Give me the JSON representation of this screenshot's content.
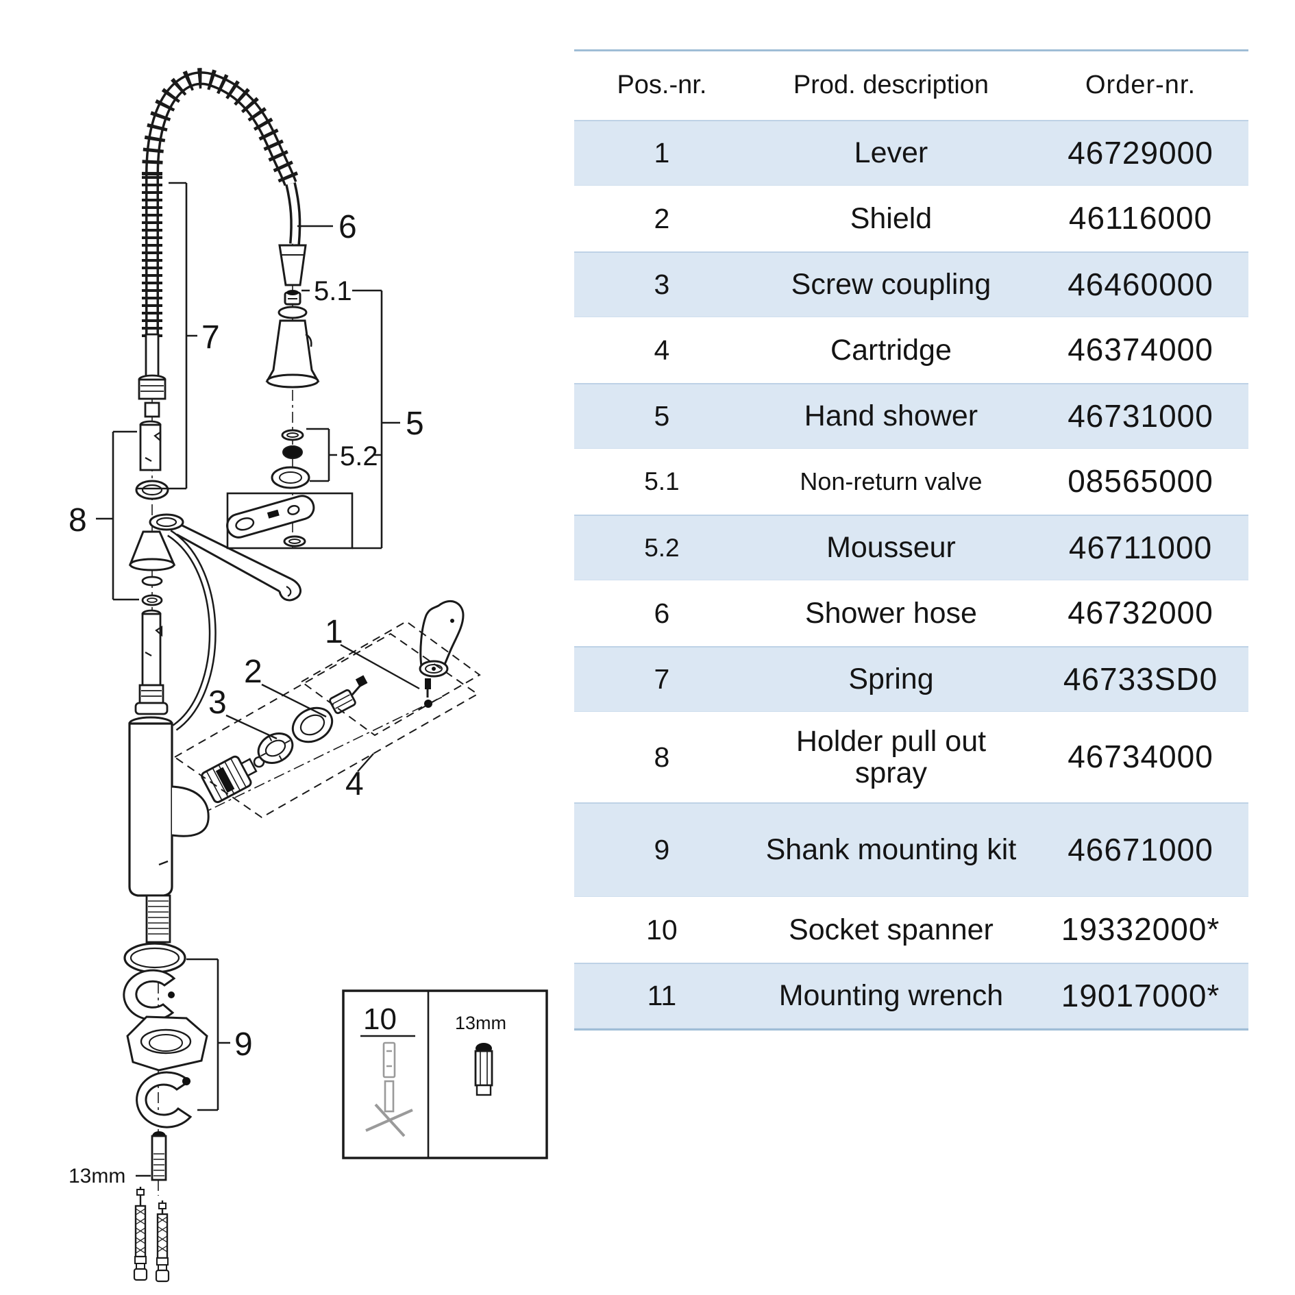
{
  "table": {
    "headers": {
      "pos": "Pos.-nr.",
      "desc": "Prod. description",
      "order": "Order-nr."
    },
    "rows": [
      {
        "pos": "1",
        "desc": "Lever",
        "order": "46729000"
      },
      {
        "pos": "2",
        "desc": "Shield",
        "order": "46116000"
      },
      {
        "pos": "3",
        "desc": "Screw coupling",
        "order": "46460000"
      },
      {
        "pos": "4",
        "desc": "Cartridge",
        "order": "46374000"
      },
      {
        "pos": "5",
        "desc": "Hand shower",
        "order": "46731000"
      },
      {
        "pos": "5.1",
        "desc": "Non-return valve",
        "order": "08565000"
      },
      {
        "pos": "5.2",
        "desc": "Mousseur",
        "order": "46711000"
      },
      {
        "pos": "6",
        "desc": "Shower hose",
        "order": "46732000"
      },
      {
        "pos": "7",
        "desc": "Spring",
        "order": "46733SD0"
      },
      {
        "pos": "8",
        "desc": "Holder pull out spray",
        "order": "46734000"
      },
      {
        "pos": "9",
        "desc": "Shank mounting kit",
        "order": "46671000"
      },
      {
        "pos": "10",
        "desc": "Socket spanner",
        "order": "19332000*"
      },
      {
        "pos": "11",
        "desc": "Mounting wrench",
        "order": "19017000*"
      }
    ],
    "colors": {
      "row_highlight": "#dbe7f3",
      "border_line": "#9fbdd6",
      "text": "#141414"
    }
  },
  "diagram": {
    "callouts": {
      "c1": "1",
      "c2": "2",
      "c3": "3",
      "c4": "4",
      "c5": "5",
      "c51": "5.1",
      "c52": "5.2",
      "c6": "6",
      "c7": "7",
      "c8": "8",
      "c9": "9",
      "c10": "10",
      "size_label": "13mm",
      "inset_size_label": "13mm"
    }
  }
}
